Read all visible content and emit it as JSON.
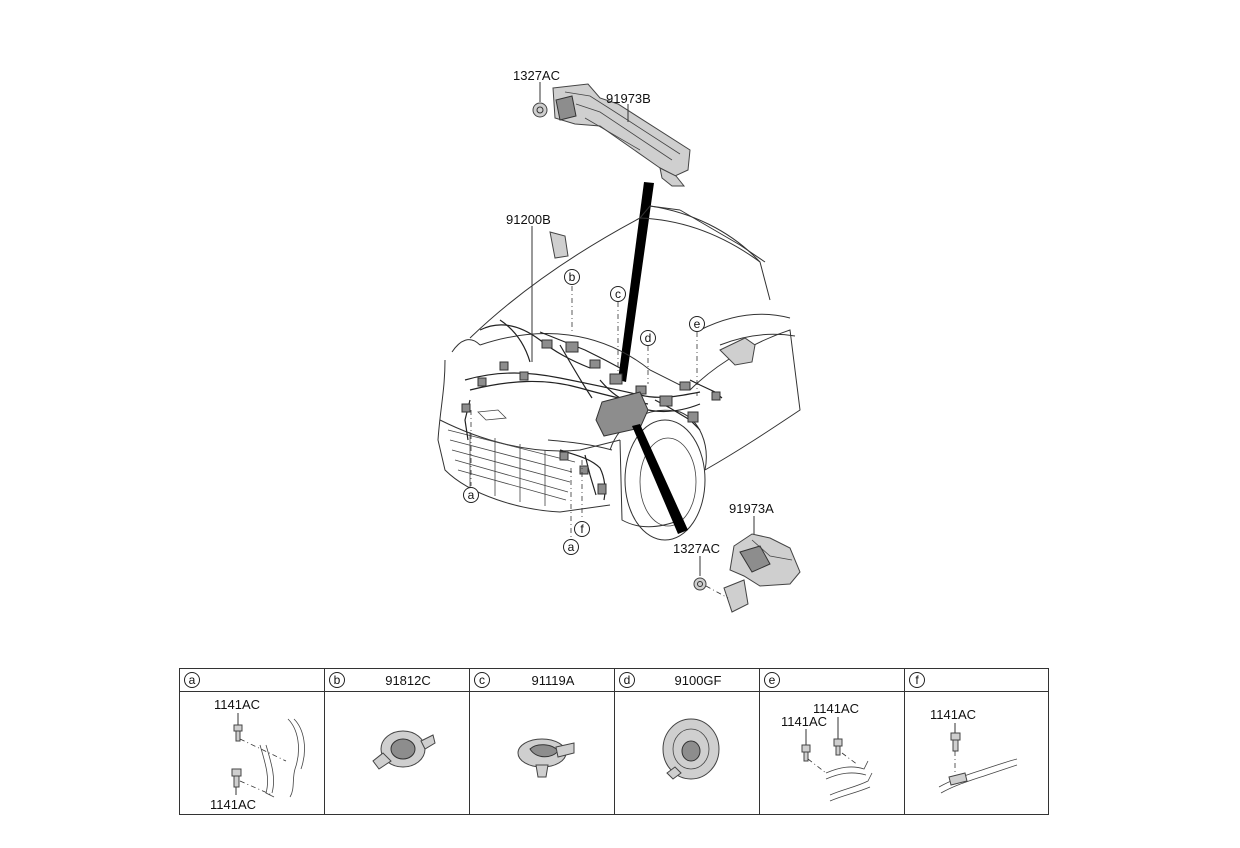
{
  "callouts": {
    "nut_top": "1327AC",
    "protector_top": "91973B",
    "harness": "91200B",
    "protector_bottom": "91973A",
    "nut_bottom": "1327AC"
  },
  "markers": {
    "a_left": "a",
    "a_bottom": "a",
    "b": "b",
    "c": "c",
    "d": "d",
    "e": "e",
    "f": "f"
  },
  "legend": [
    {
      "key": "a",
      "part": "",
      "labels": [
        "1141AC",
        "1141AC"
      ]
    },
    {
      "key": "b",
      "part": "91812C",
      "labels": []
    },
    {
      "key": "c",
      "part": "91119A",
      "labels": []
    },
    {
      "key": "d",
      "part": "9100GF",
      "labels": []
    },
    {
      "key": "e",
      "part": "",
      "labels": [
        "1141AC",
        "1141AC"
      ]
    },
    {
      "key": "f",
      "part": "",
      "labels": [
        "1141AC"
      ]
    }
  ]
}
